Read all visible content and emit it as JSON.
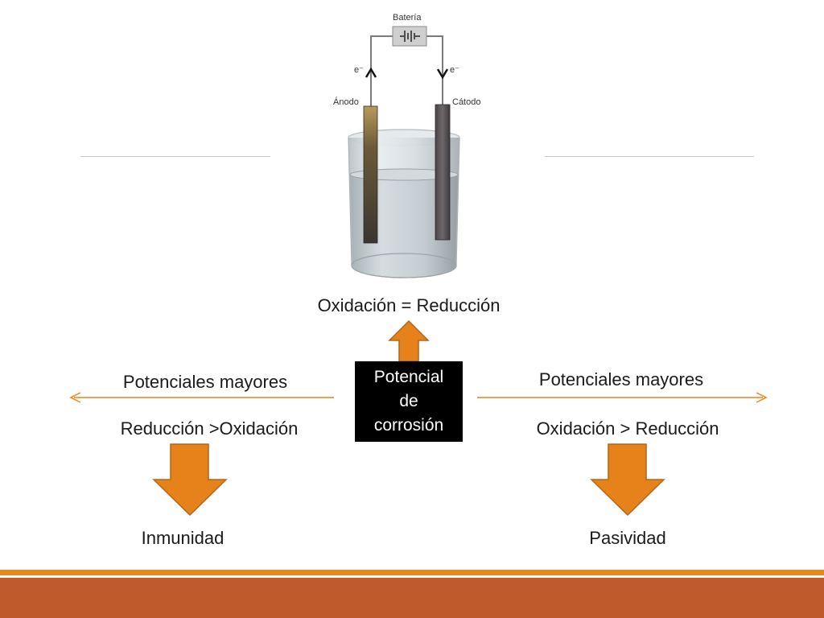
{
  "cell": {
    "battery_label": "Batería",
    "electron_left": "e⁻",
    "electron_right": "e⁻",
    "anode_label": "Ánodo",
    "cathode_label": "Cátodo"
  },
  "top_outcome": "Oxidación = Reducción",
  "central_box": {
    "line1": "Potencial",
    "line2": "de",
    "line3": "corrosión"
  },
  "left": {
    "heading": "Potenciales mayores",
    "condition": "Reducción >Oxidación",
    "outcome": "Inmunidad"
  },
  "right": {
    "heading": "Potenciales mayores",
    "condition": "Oxidación > Reducción",
    "outcome": "Pasividad"
  },
  "colors": {
    "arrow_fill": "#e5831a",
    "arrow_stroke": "#b56418",
    "footer_thin": "#e8891f",
    "footer_thick": "#bf5a2c",
    "box_bg": "#000000"
  }
}
